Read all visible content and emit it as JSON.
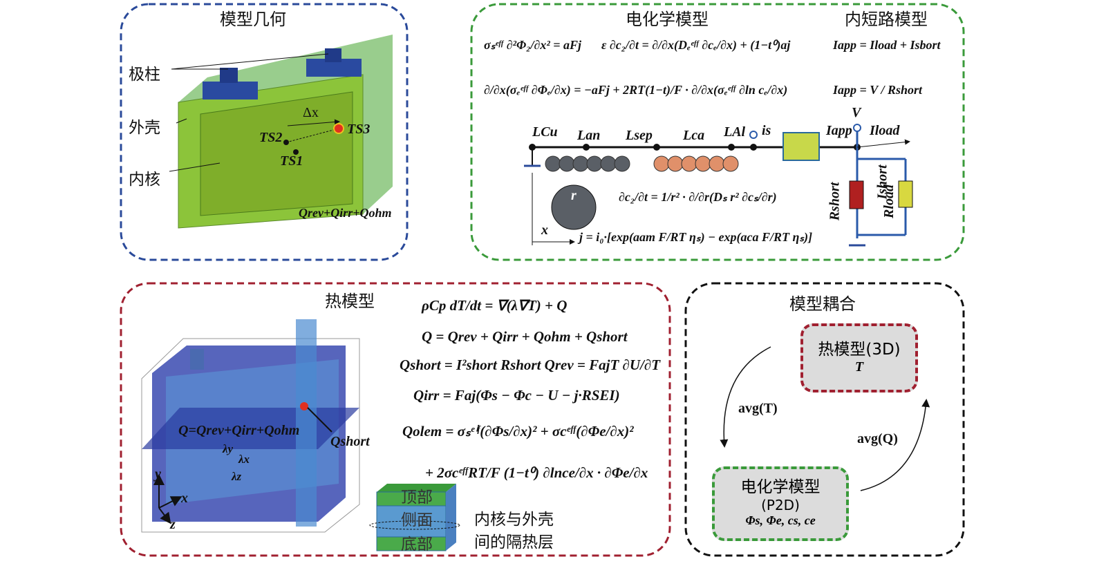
{
  "panels": {
    "geometry": {
      "title": "模型几何",
      "labels": {
        "terminal": "极柱",
        "shell": "外壳",
        "core": "内核"
      },
      "points": {
        "ts2": "TS2",
        "ts1": "TS1",
        "ts3": "TS3",
        "dx": "Δx"
      },
      "heat_eq": "Qrev+Qirr+Qohm"
    },
    "electrochem": {
      "title": "电化学模型",
      "short_title": "内短路模型",
      "equations": [
        "σₛᵉᶠᶠ ∂²Φ₂/∂x² = aFj",
        "ε ∂c₂/∂t = ∂/∂x(Dₑᵉᶠᶠ ∂cₑ/∂x) + (1−t⁰)aj",
        "Iapp = Iload + Isbort",
        "∂/∂x(σₑᵉᶠᶠ ∂Φₑ/∂x) = −aFj + 2RT(1−t)/F · ∂/∂x(σₑᵉᶠᶠ ∂ln cₑ/∂x)",
        "Iapp = V / Rshort",
        "∂c₂/∂t = 1/r² · ∂/∂r(Dₛ r² ∂cₛ/∂r)",
        "j = i₀·[exp(aam F/RT ηₛ) − exp(aca F/RT ηₛ)]"
      ],
      "circuit_labels": [
        "LCu",
        "Lan",
        "Lsep",
        "Lca",
        "LAl",
        "is",
        "Iapp",
        "V",
        "Iload",
        "Ishort",
        "Rshort",
        "Rload",
        "x",
        "r"
      ],
      "colors": {
        "anode": "#5a5f66",
        "cathode": "#e0906a",
        "cell": "#c8d84a",
        "rshort": "#b02020",
        "rload": "#d8d840"
      }
    },
    "thermal": {
      "title": "热模型",
      "equations": [
        "ρCp dT/dt = ∇(λ∇T) + Q",
        "Q = Qrev + Qirr + Qohm + Qshort",
        "Qshort = I²short Rshort   Qrev = FajT ∂U/∂T",
        "Qirr = Faj(Φs − Φc − U − j·RSEI)",
        "Qolem = σₛᵉⁱᶠ(∂Φs/∂x)² + σcᵉᶠᶠ(∂Φe/∂x)²",
        "+ 2σcᵉᶠᶠRT/F (1−t⁰) ∂lnce/∂x · ∂Φe/∂x"
      ],
      "fig_labels": {
        "q": "Q=Qrev+Qirr+Qohm",
        "qshort": "Qshort",
        "lx": "λx",
        "ly": "λy",
        "lz": "λz",
        "y": "y",
        "x": "x",
        "z": "z"
      },
      "cube_labels": {
        "top": "顶部",
        "side": "侧面",
        "bottom": "底部",
        "insulation1": "内核与外壳",
        "insulation2": "间的隔热层"
      }
    },
    "coupling": {
      "title": "模型耦合",
      "thermal_box": {
        "line1": "热模型(3D)",
        "line2": "T"
      },
      "echem_box": {
        "line1": "电化学模型",
        "line2": "(P2D)",
        "line3": "Φs, Φe, cs, ce"
      },
      "arrow_left": "avg(T)",
      "arrow_right": "avg(Q)"
    }
  }
}
